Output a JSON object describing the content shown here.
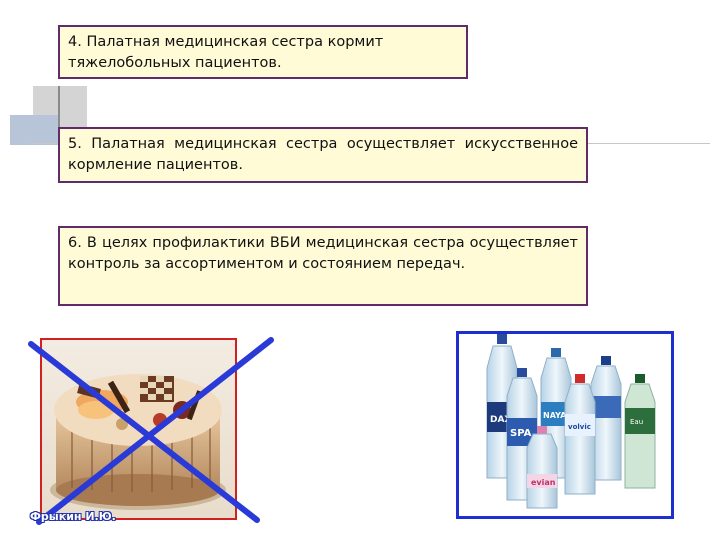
{
  "slide": {
    "item_4": "4. Палатная медицинская сестра кормит тяжелобольных пациентов.",
    "item_5": "5. Палатная медицинская сестра осуществляет искусственное кормление пациентов.",
    "item_6": "6. В целях профилактики ВБИ медицинская сестра осуществляет контроль за ассортиментом и состоянием передач."
  },
  "images": {
    "cake": "cake-photo-crossed",
    "water": "water-bottles-photo",
    "bottle_labels": [
      "DAX",
      "NAYA",
      "SPA",
      "volvic",
      "evian",
      "Eau"
    ]
  },
  "caption": "Фрыкин И.Ю.",
  "colors": {
    "box_fill": "#fffbd6",
    "box_border": "#612a69",
    "cross": "#2a3ad6",
    "cake_frame": "#d21f1f",
    "water_frame": "#1e2fd0"
  }
}
